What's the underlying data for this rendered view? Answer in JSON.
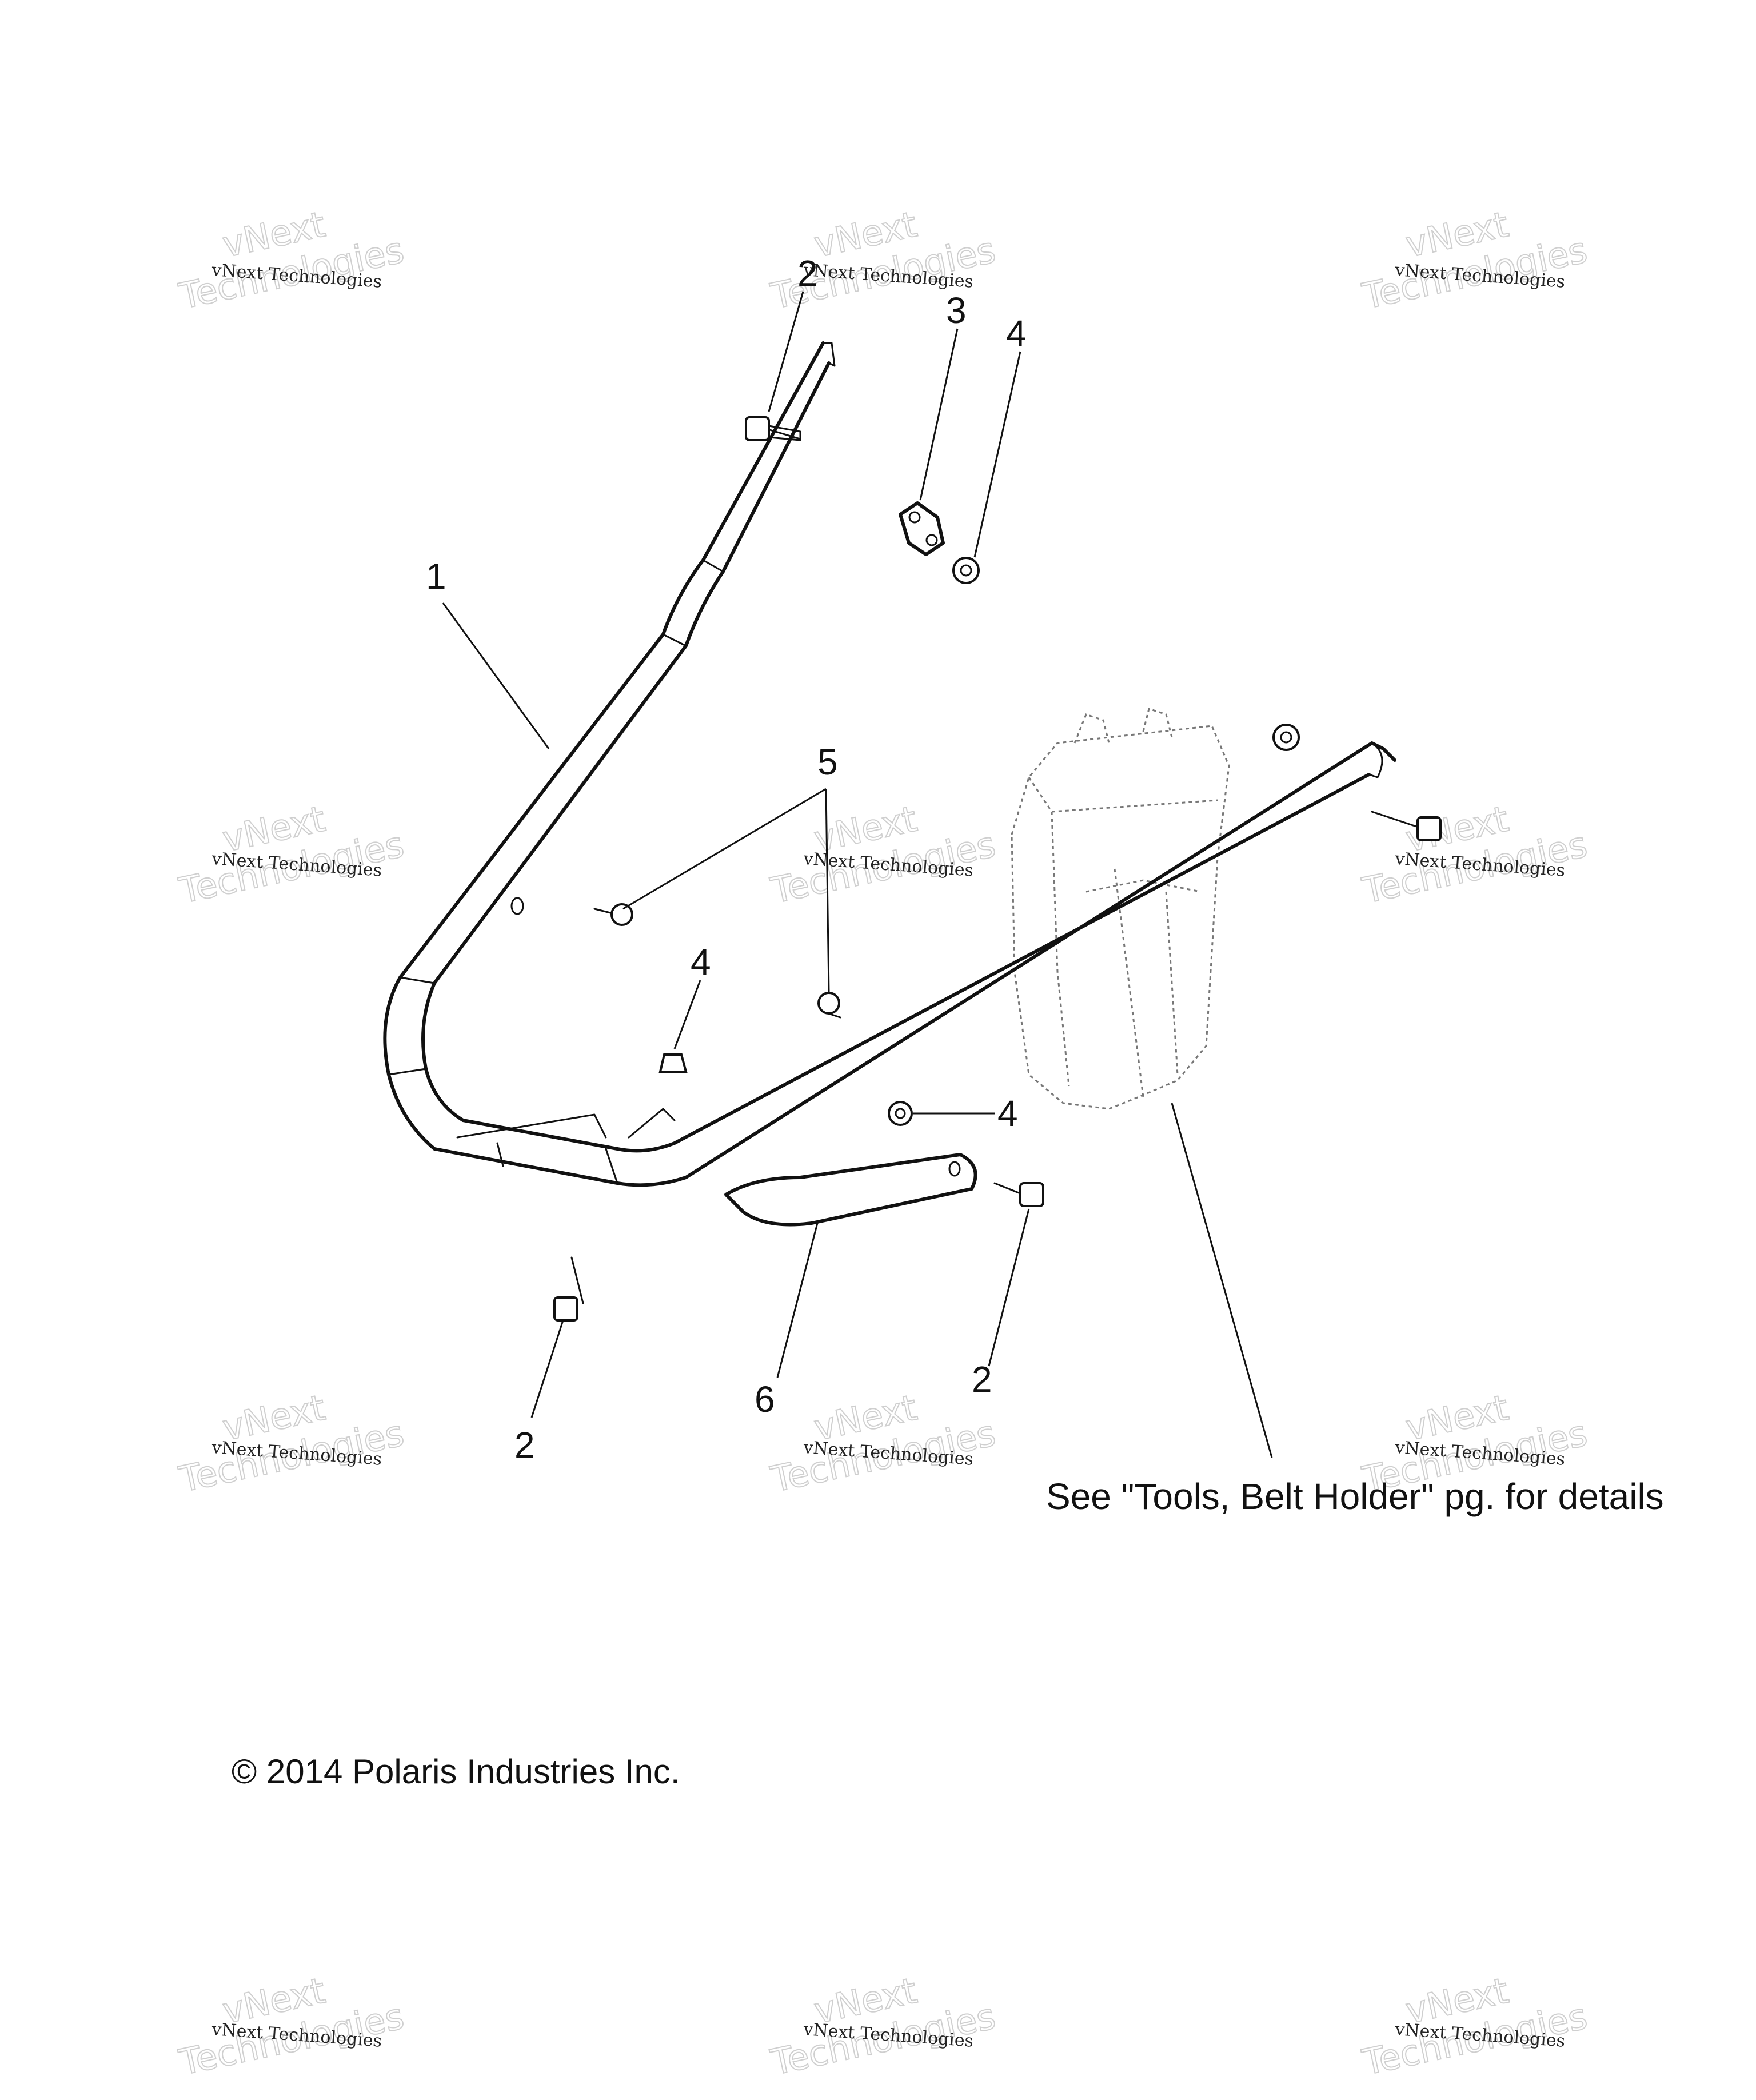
{
  "callouts": {
    "c2_top": "2",
    "c3": "3",
    "c4_top": "4",
    "c1": "1",
    "c5": "5",
    "c4_mid": "4",
    "c4_right": "4",
    "c2_left": "2",
    "c6": "6",
    "c2_right": "2"
  },
  "note": "See \"Tools, Belt Holder\" pg. for details",
  "copyright": "© 2014 Polaris Industries Inc.",
  "watermark": {
    "line1": "vNext",
    "line2": "vNext Technologies",
    "line3": "Technologies"
  },
  "colors": {
    "line": "#111111",
    "ghost": "#777777",
    "watermark": "#cfcfcf"
  }
}
